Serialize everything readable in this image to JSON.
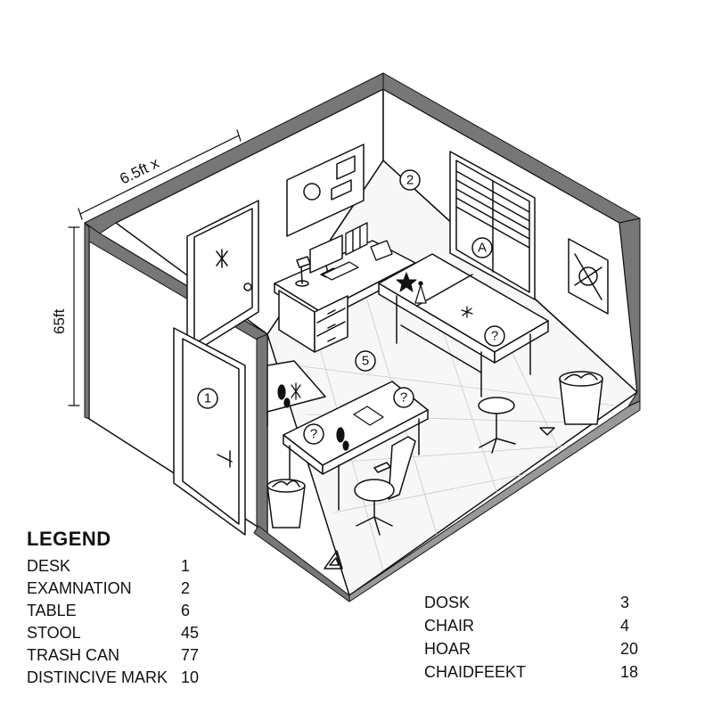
{
  "dimensions": {
    "width_label": "6.5ft x",
    "height_label": "65ft"
  },
  "markers": {
    "door": "1",
    "wall": "2",
    "floor": "5",
    "window": "A",
    "question": "?"
  },
  "legend": {
    "title": "LEGEND",
    "left_items": [
      {
        "label": "DESK",
        "value": "1"
      },
      {
        "label": "EXAMNATION",
        "value": "2"
      },
      {
        "label": "TABLE",
        "value": "6"
      },
      {
        "label": "STOOL",
        "value": "45"
      },
      {
        "label": "TRASH CAN",
        "value": "77"
      },
      {
        "label": "DISTINCIVE MARK",
        "value": "10"
      }
    ],
    "right_items": [
      {
        "label": "DOSK",
        "value": "3"
      },
      {
        "label": "CHAIR",
        "value": "4"
      },
      {
        "label": "HOAR",
        "value": "20"
      },
      {
        "label": "CHAIDFEEKT",
        "value": "18"
      }
    ]
  }
}
